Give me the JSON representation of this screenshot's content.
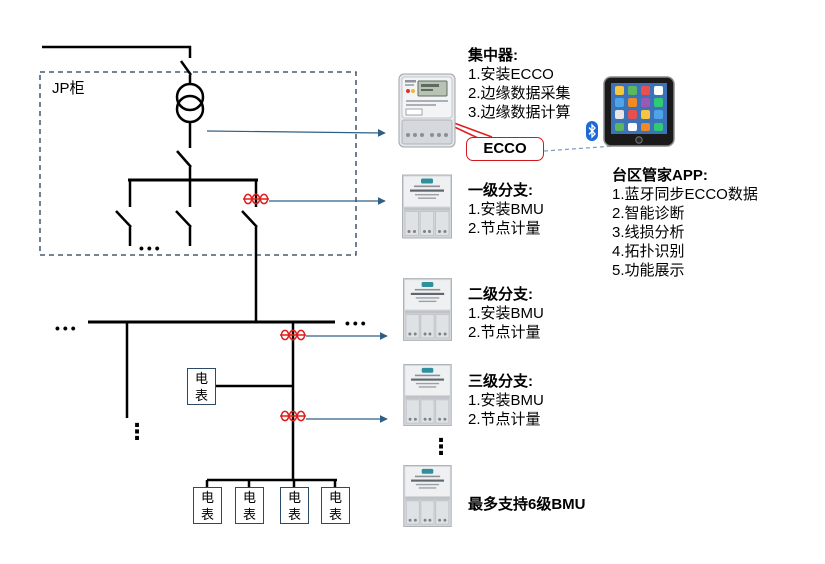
{
  "cabinet": {
    "label": "JP柜"
  },
  "concentrator": {
    "title": "集中器:",
    "features": [
      "1.安装ECCO",
      "2.边缘数据采集",
      "3.边缘数据计算"
    ]
  },
  "ecco": {
    "label": "ECCO"
  },
  "app": {
    "title": "台区管家APP:",
    "features": [
      "1.蓝牙同步ECCO数据",
      "2.智能诊断",
      "3.线损分析",
      "4.拓扑识别",
      "5.功能展示"
    ]
  },
  "branches": [
    {
      "title": "一级分支:",
      "features": [
        "1.安装BMU",
        "2.节点计量"
      ]
    },
    {
      "title": "二级分支:",
      "features": [
        "1.安装BMU",
        "2.节点计量"
      ]
    },
    {
      "title": "三级分支:",
      "features": [
        "1.安装BMU",
        "2.节点计量"
      ]
    }
  ],
  "bmu_limit_note": "最多支持6级BMU",
  "meters": {
    "branch_meter": "电表",
    "end_meters": [
      "电表",
      "电表",
      "电表",
      "电表"
    ]
  },
  "continuation_marks": {
    "cabinet_branches": "•••",
    "bus_left": "•••",
    "bus_right": "•••",
    "lower_feeder": "⋮",
    "more_bmu": "⋮"
  },
  "icons": {
    "app_link": "bluetooth-icon",
    "concentrator": "concentrator-device-icon",
    "bmu": "bmu-device-icon",
    "tablet": "tablet-icon"
  },
  "colors": {
    "wire": "#000000",
    "signal_arrow": "#2f5f86",
    "current_sensor": "#e0201e",
    "ecco_border": "#d3181d",
    "ecco_link": "#e0201e",
    "cabinet_outline": "#1f3b57",
    "app_link_dashed": "#7f9fc2",
    "bluetooth": "#1d6ad6",
    "meter_border": "#2b4a66"
  }
}
